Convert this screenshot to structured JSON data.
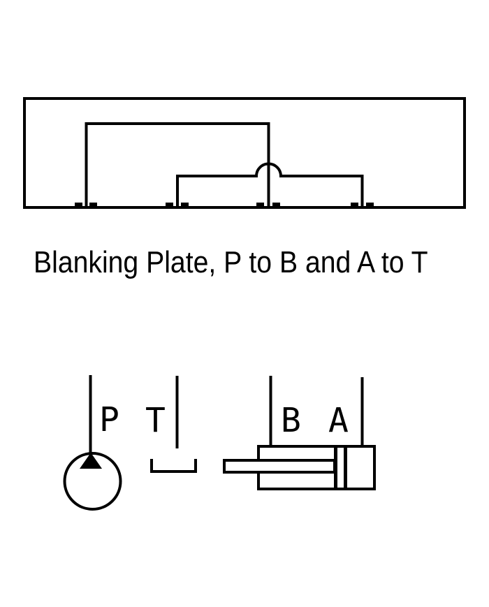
{
  "colors": {
    "background": "#ffffff",
    "ink": "#000000"
  },
  "caption": "Blanking Plate, P to B and A to T",
  "plate": {
    "symbol": "blanking-plate",
    "connections": [
      {
        "from": "P",
        "to": "B"
      },
      {
        "from": "T",
        "to": "A"
      }
    ],
    "port_pair_count": 4
  },
  "circuit": {
    "labels": {
      "P": "P",
      "T": "T",
      "B": "B",
      "A": "A"
    },
    "symbols": [
      "pump-pressure-source",
      "tank-reservoir",
      "single-rod-cylinder"
    ]
  }
}
